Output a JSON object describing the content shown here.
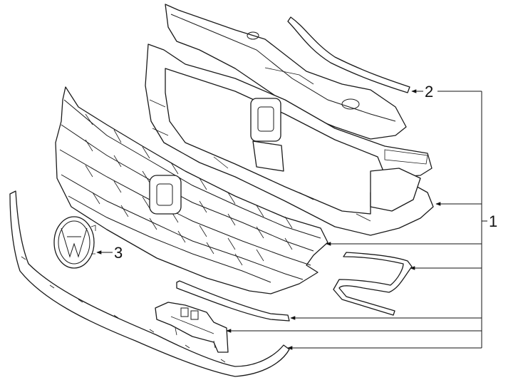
{
  "callouts": {
    "c1": "1",
    "c2": "2",
    "c3": "3"
  },
  "colors": {
    "line": "#1a1a1a",
    "background": "#ffffff"
  }
}
